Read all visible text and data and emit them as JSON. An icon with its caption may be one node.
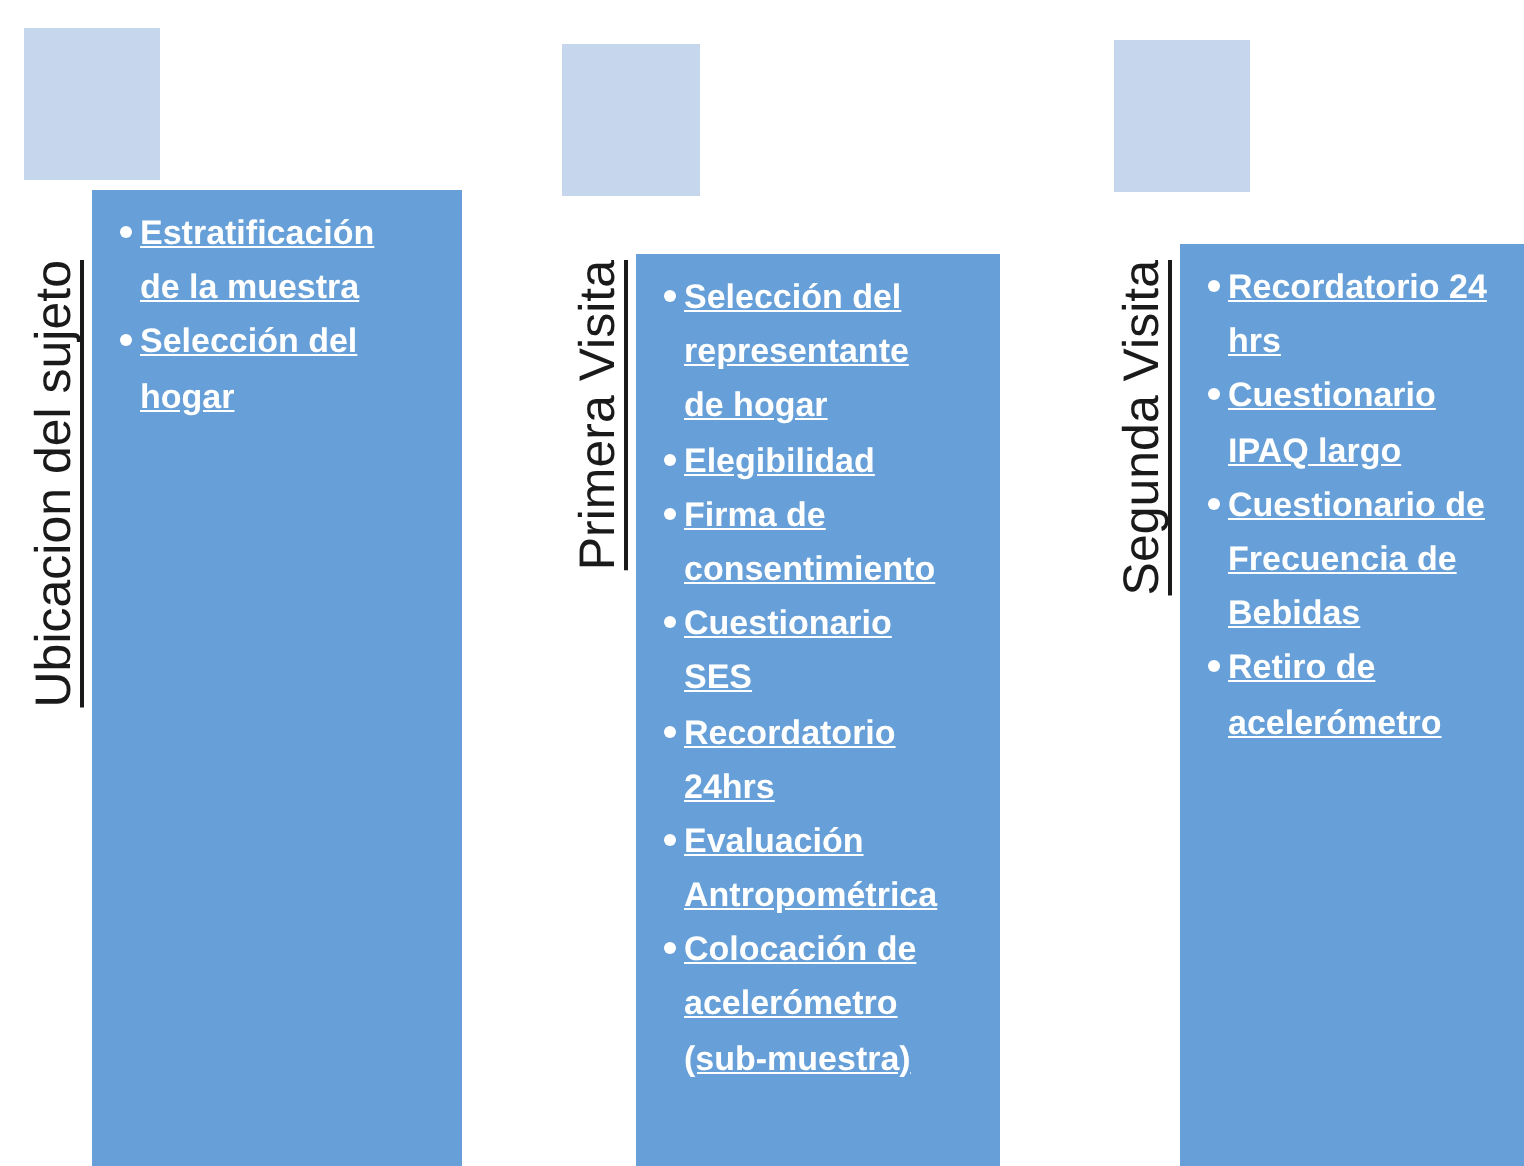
{
  "diagram": {
    "nodes": [
      {
        "text": [],
        "shape": "box"
      },
      {
        "text": [
          "Ubicacion del sujeto",
          "Estratificación de la muestra",
          "Selección del hogar"
        ]
      },
      {
        "text": [],
        "shape": "box"
      },
      {
        "text": [
          "Primera Visita",
          "Selección del representante de hogar",
          "Elegibilidad",
          "Firma de consentimiento",
          "Cuestionario SES",
          "Recordatorio 24hrs",
          "Evaluación Antropométrica",
          "Colocación de acelerómetro (sub-muestra)"
        ]
      },
      {
        "text": [],
        "shape": "box"
      },
      {
        "text": [
          "Segunda Visita",
          "Recordatorio 24 hrs",
          "Cuestionario IPAQ largo",
          "Cuestionario de Frecuencia de Bebidas",
          "Retiro de acelerómetro"
        ]
      }
    ]
  }
}
